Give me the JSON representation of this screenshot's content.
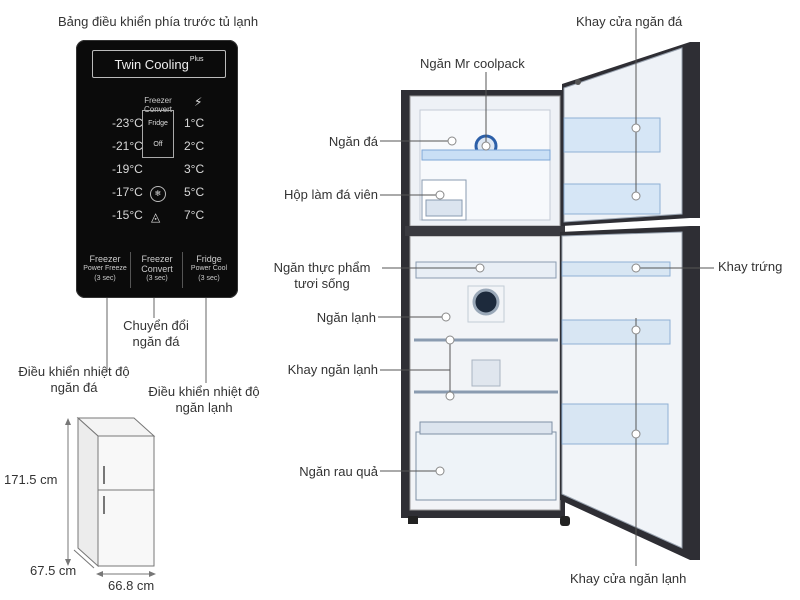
{
  "panel_title": "Bảng điều khiển phía trước tủ lạnh",
  "panel": {
    "brand": "Twin Cooling",
    "brand_plus": "Plus",
    "top_label": "Freezer Convert",
    "freezer_temps": [
      "-23°C",
      "-21°C",
      "-19°C",
      "-17°C",
      "-15°C"
    ],
    "fridge_temps": [
      "1°C",
      "2°C",
      "3°C",
      "5°C",
      "7°C"
    ],
    "modes": [
      "Fridge",
      "Off"
    ],
    "buttons": [
      {
        "title": "Freezer",
        "sub": "Power Freeze",
        "time": "(3 sec)"
      },
      {
        "title": "Freezer",
        "sub": "Convert",
        "time": "(3 sec)"
      },
      {
        "title": "Fridge",
        "sub": "Power Cool",
        "time": "(3 sec)"
      }
    ]
  },
  "panel_callouts": {
    "convert": [
      "Chuyển đổi",
      "ngăn đá"
    ],
    "freezer_control": [
      "Điều khiển nhiệt độ",
      "ngăn đá"
    ],
    "fridge_control": [
      "Điều khiển nhiệt độ",
      "ngăn lạnh"
    ]
  },
  "dimensions": {
    "height": "171.5 cm",
    "depth": "67.5 cm",
    "width": "66.8 cm"
  },
  "fridge_labels": {
    "mr_coolpack": "Ngăn Mr coolpack",
    "freezer_compartment": "Ngăn đá",
    "ice_maker": "Hộp làm đá viên",
    "fresh_food": [
      "Ngăn thực phẩm",
      "tươi sống"
    ],
    "fridge_compartment": "Ngăn lạnh",
    "fridge_tray": "Khay ngăn lạnh",
    "vegetable_drawer": "Ngăn rau quả",
    "freezer_door_tray": "Khay cửa ngăn đá",
    "egg_tray": "Khay trứng",
    "fridge_door_tray": "Khay cửa ngăn lạnh"
  }
}
